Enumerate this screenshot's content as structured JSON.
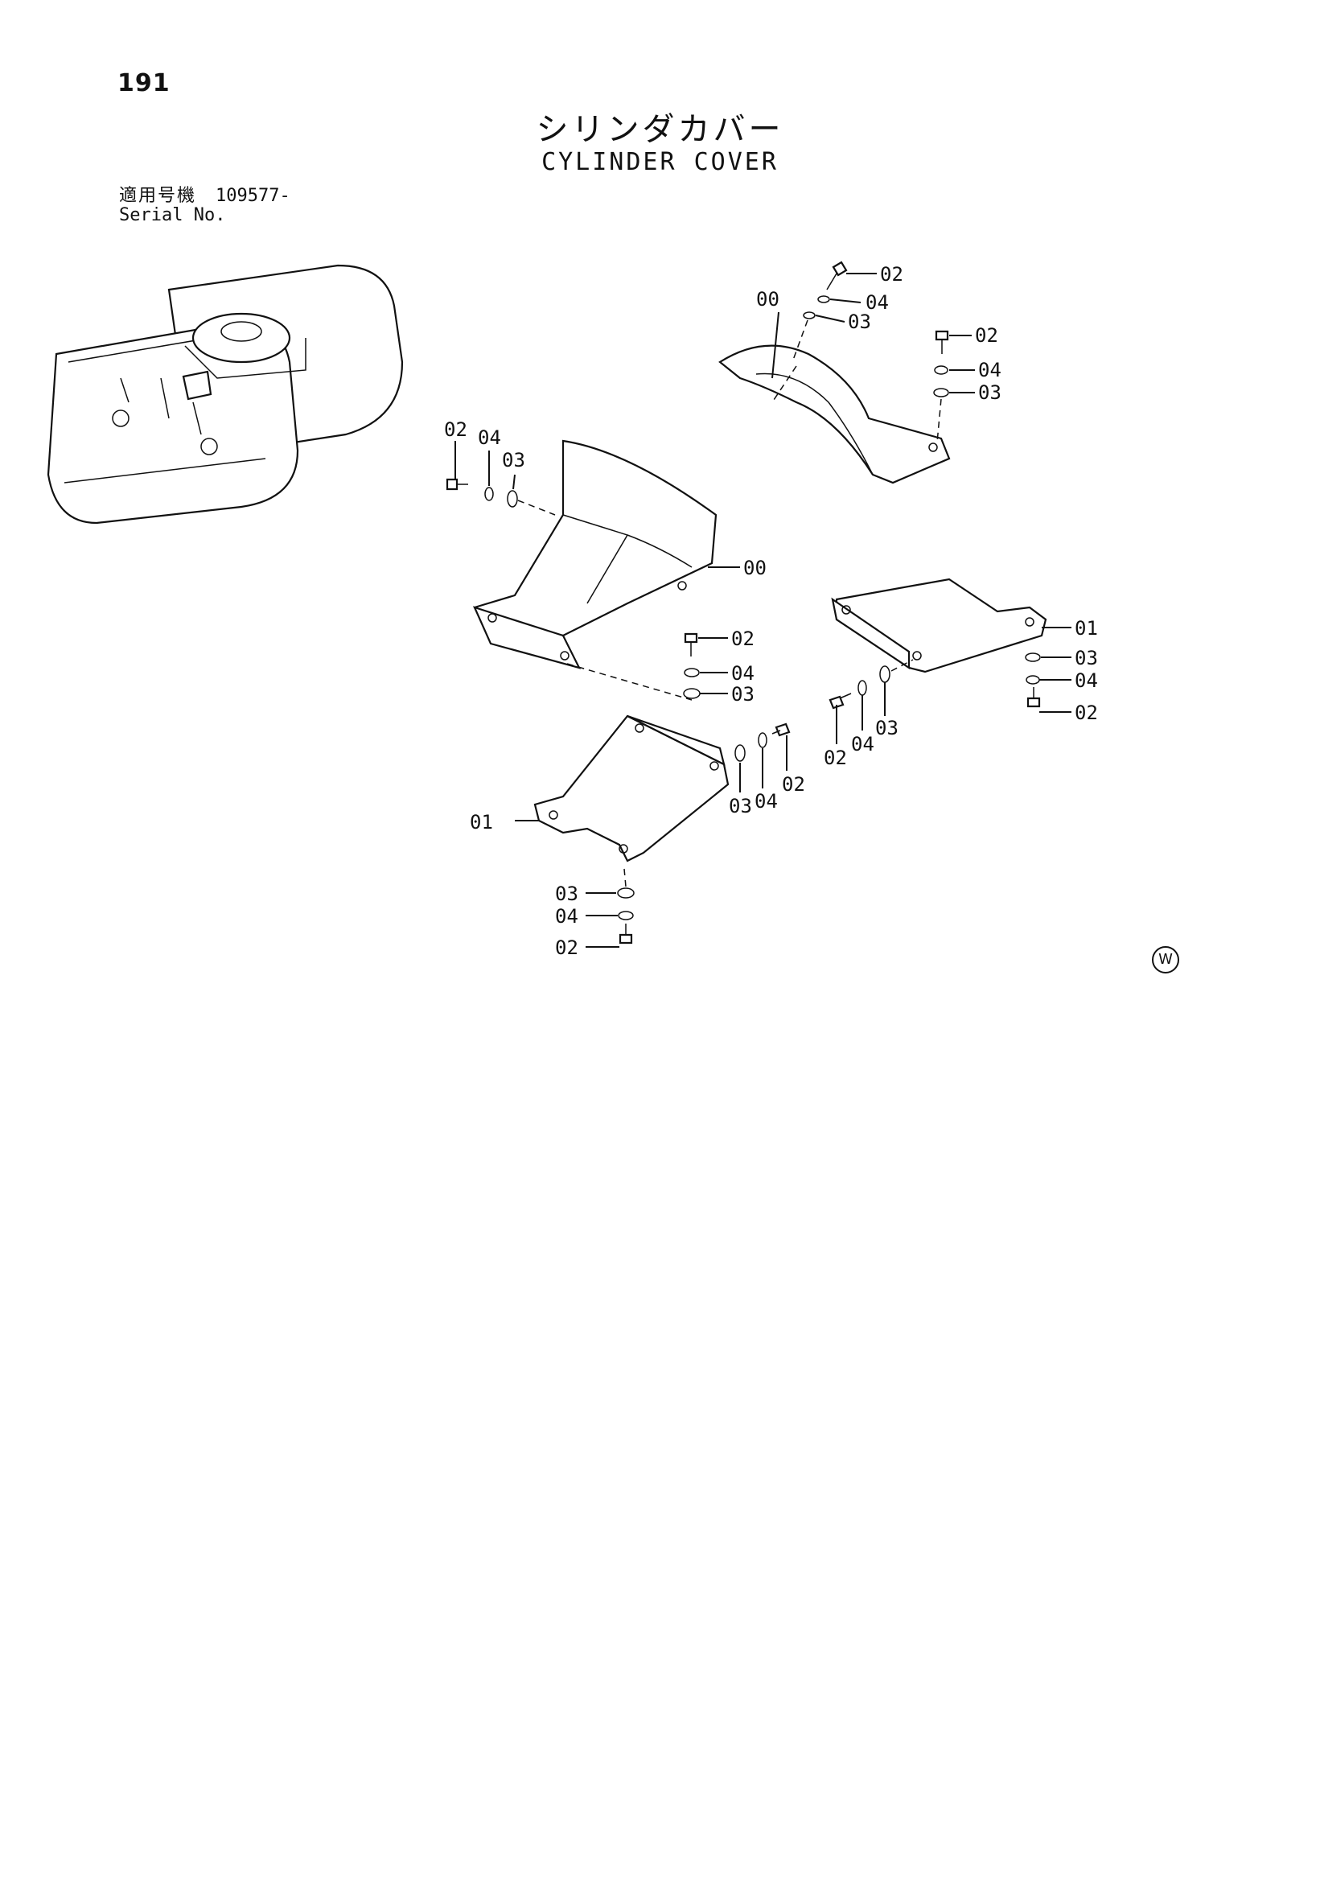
{
  "header": {
    "page_number": "191",
    "title_jp": "シリンダカバー",
    "title_en": "CYLINDER COVER"
  },
  "serial": {
    "label_jp": "適用号機",
    "label_en": "Serial No.",
    "value": "109577-"
  },
  "diagram": {
    "callouts": {
      "top_cover": {
        "part": "00",
        "bolt_a": "02",
        "lock_washer_a": "04",
        "washer_a": "03",
        "bolt_b": "02",
        "lock_washer_b": "04",
        "washer_b": "03"
      },
      "main_cover": {
        "part": "00",
        "bolt_left": "02",
        "lock_washer_left": "04",
        "washer_left": "03",
        "bolt_bottom": "02",
        "lock_washer_bottom": "04",
        "washer_bottom": "03"
      },
      "right_bracket": {
        "part": "01",
        "washer_low": "03",
        "lock_washer_low": "04",
        "bolt_low": "02",
        "bolt_mid": "02",
        "lock_washer_mid": "04",
        "washer_mid": "03"
      },
      "left_bracket": {
        "part": "01",
        "washer_side": "03",
        "lock_washer_side": "04",
        "bolt_side": "02",
        "washer_low": "03",
        "lock_washer_low": "04",
        "bolt_low": "02"
      }
    }
  },
  "footer_mark": "W"
}
